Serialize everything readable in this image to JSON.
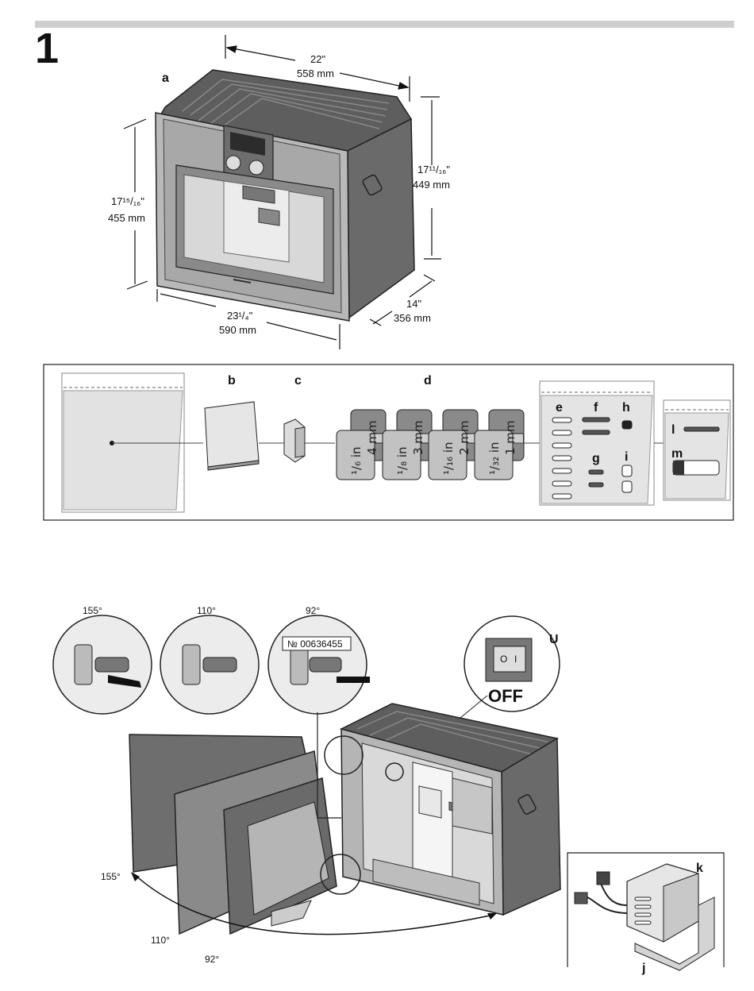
{
  "figure_number": "1",
  "dimensions": {
    "width_top": [
      "22\"",
      "558 mm"
    ],
    "height_right": [
      "17¹¹/₁₆\"",
      "449 mm"
    ],
    "height_left": [
      "17¹⁵/₁₆\"",
      "455 mm"
    ],
    "width_front": [
      "23¹/₄\"",
      "590 mm"
    ],
    "depth": [
      "14\"",
      "356 mm"
    ]
  },
  "part_labels": {
    "a": "a",
    "b": "b",
    "c": "c",
    "d": "d",
    "e": "e",
    "f": "f",
    "g": "g",
    "h": "h",
    "i": "i",
    "l": "l",
    "m": "m",
    "k": "k",
    "j": "j",
    "u": "U"
  },
  "spacers": {
    "back": [
      "4 mm",
      "3 mm",
      "2 mm",
      "1 mm"
    ],
    "front": [
      "¹/₆ in",
      "¹/₈ in",
      "¹/₁₆ in",
      "¹/₃₂ in"
    ]
  },
  "hinge_angles": [
    "155°",
    "110°",
    "92°"
  ],
  "door_angles": [
    "155°",
    "110°",
    "92°"
  ],
  "part_number": "№ 00636455",
  "switch_label": "OFF",
  "colors": {
    "panel": "#9a9a9a",
    "body": "#6b6b6b",
    "light": "#e3e3e3",
    "frame": "#b9b9b9"
  }
}
